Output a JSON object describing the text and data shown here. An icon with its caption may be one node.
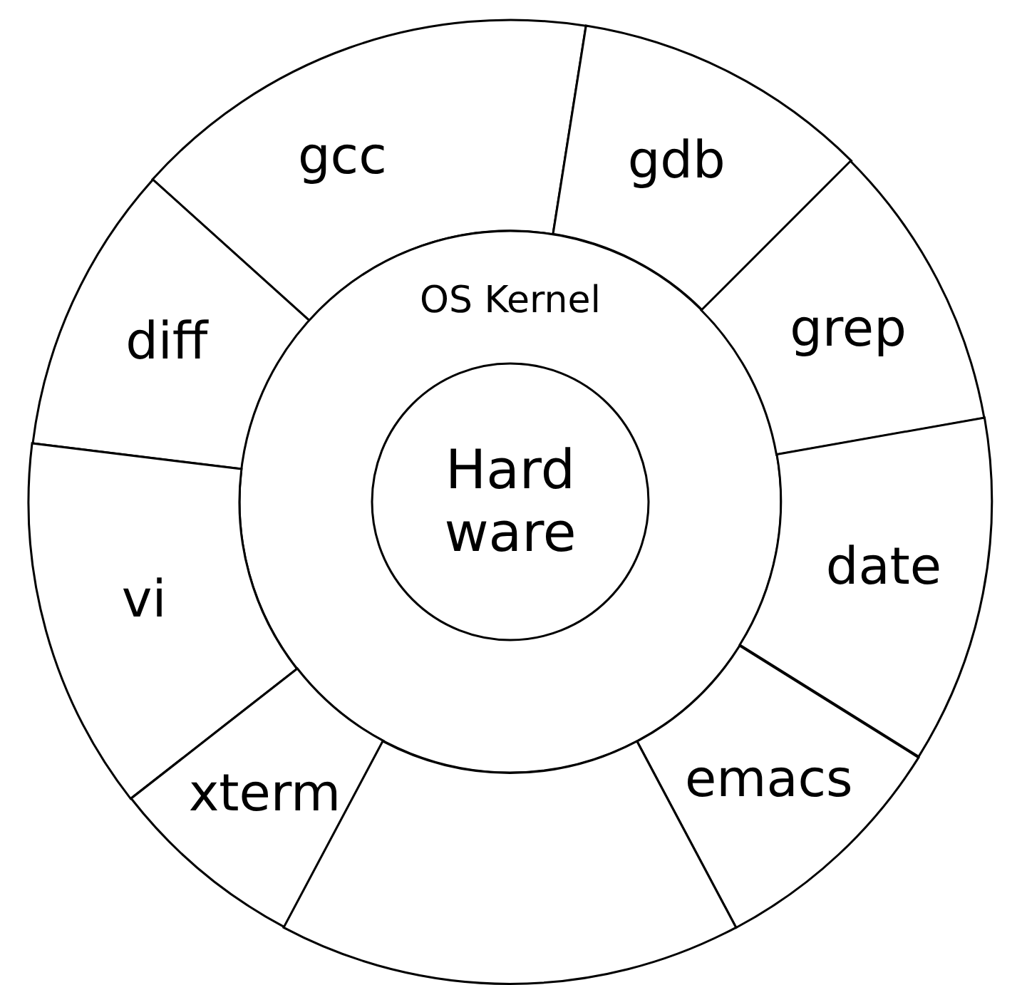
{
  "diagram": {
    "nodes": [
      {
        "text": [
          "gcc"
        ]
      },
      {
        "text": [
          "gdb"
        ]
      },
      {
        "text": [
          "diff"
        ]
      },
      {
        "text": [
          "OS Kernel"
        ]
      },
      {
        "text": [
          "grep"
        ]
      },
      {
        "text": [
          "Hard ware"
        ],
        "in": 3
      },
      {
        "text": [
          "vi"
        ]
      },
      {
        "text": [
          "date"
        ]
      },
      {
        "text": [
          "xterm"
        ]
      },
      {
        "text": [
          "emacs"
        ]
      },
      {
        "text": [],
        "shape": "segment"
      }
    ]
  }
}
